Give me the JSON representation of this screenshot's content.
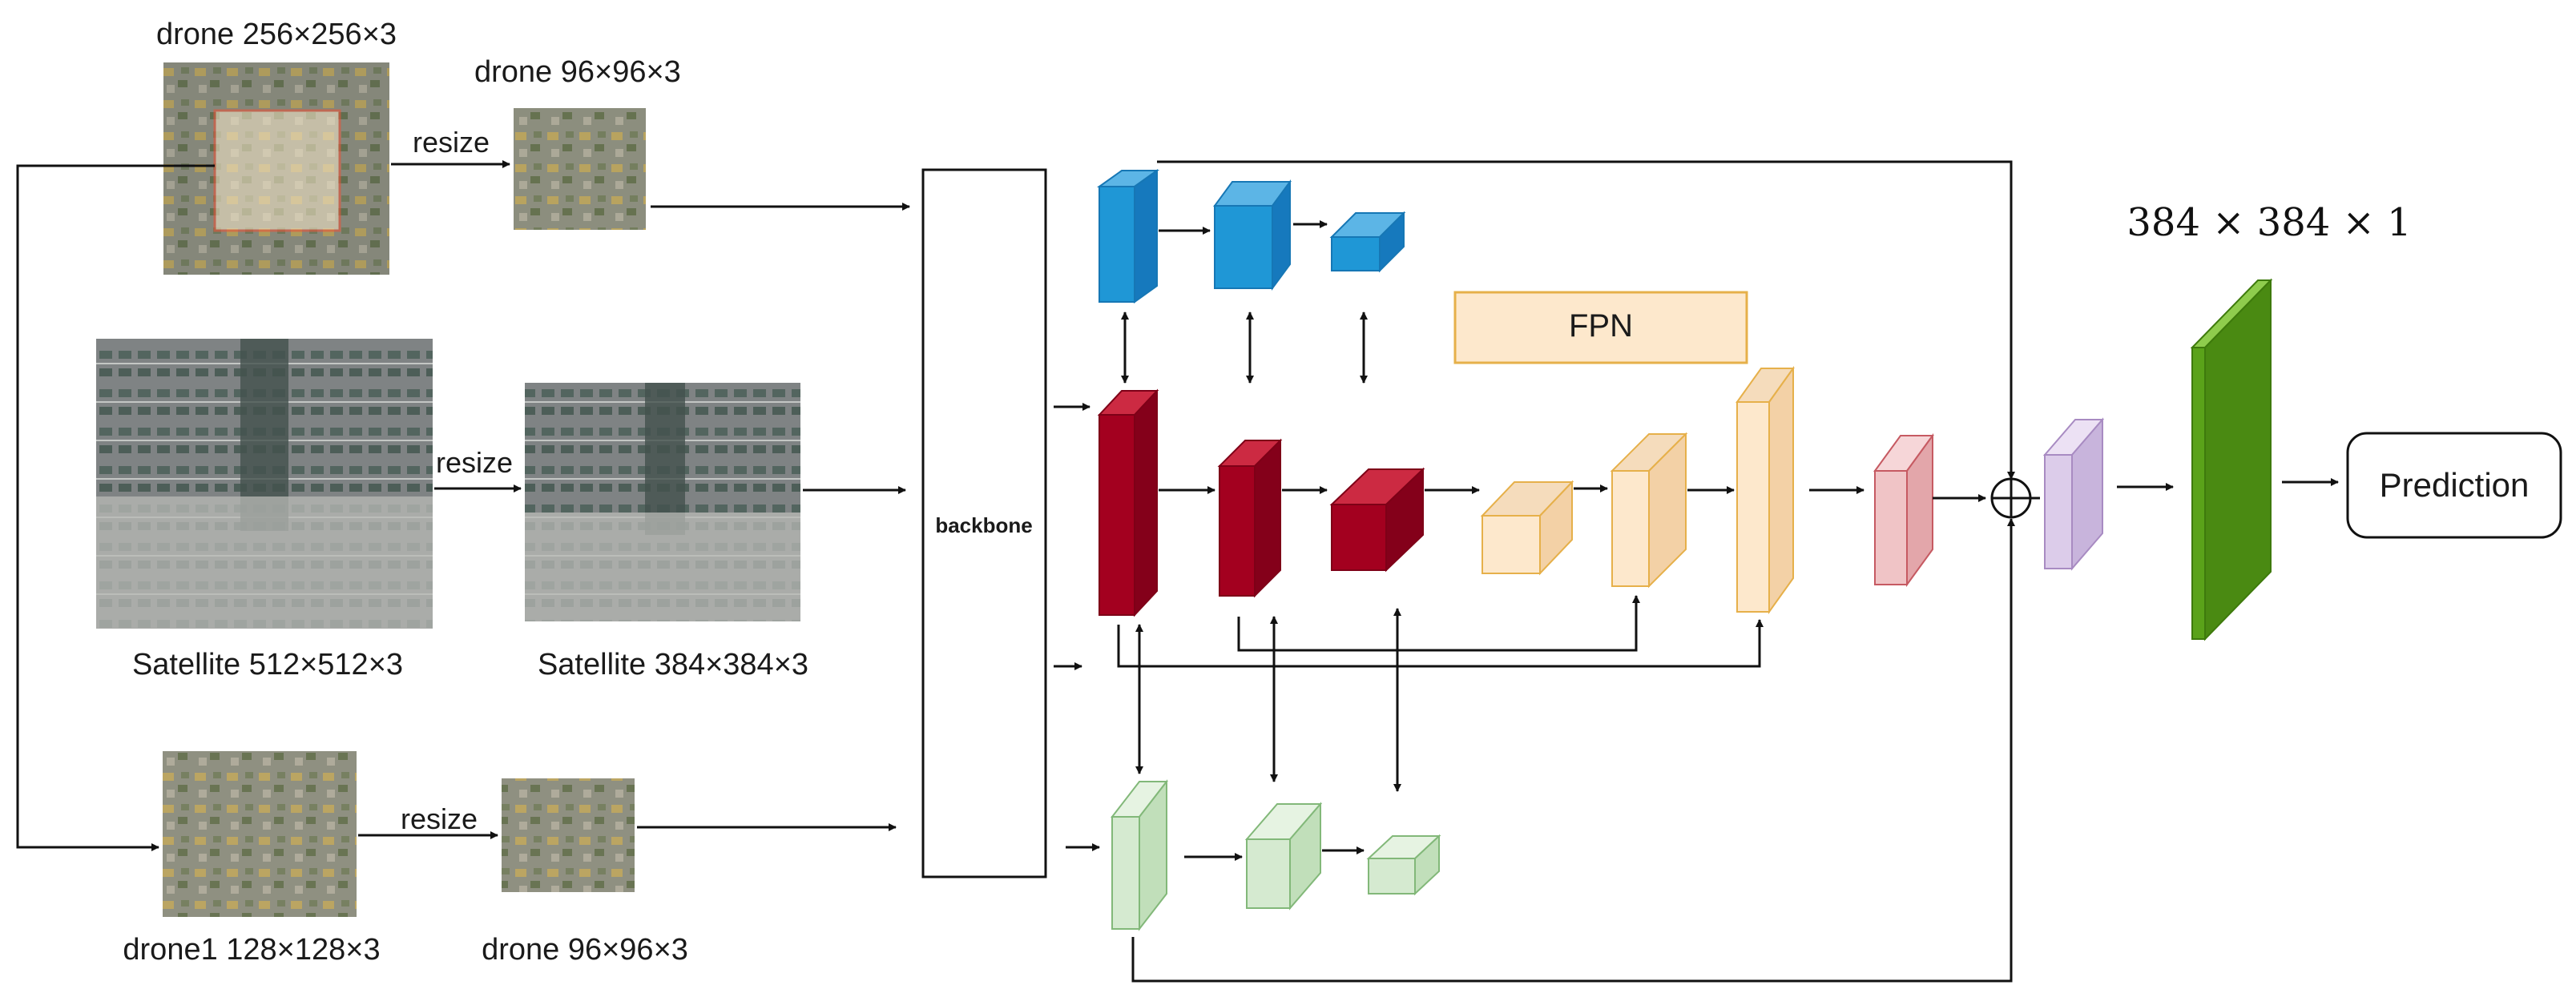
{
  "inputs": {
    "drone_256": "drone 256×256×3",
    "drone_96_top": "drone 96×96×3",
    "satellite_512": "Satellite 512×512×3",
    "satellite_384": "Satellite 384×384×3",
    "drone1_128": "drone1 128×128×3",
    "drone_96_bottom": "drone 96×96×3",
    "resize_label": "resize"
  },
  "backbone_label": "backbone",
  "fpn_label": "FPN",
  "output_size": "384 × 384 × 1",
  "prediction_label": "Prediction",
  "colors": {
    "blue": "#1f97d6",
    "red": "#a3001f",
    "beige": "#fde8cc",
    "beige_stroke": "#e6b04a",
    "pink": "#f0c4c6",
    "green_light": "#d5ead0",
    "lavender": "#dcccea",
    "green": "#5aa219",
    "crop_box": "#e8553a"
  }
}
